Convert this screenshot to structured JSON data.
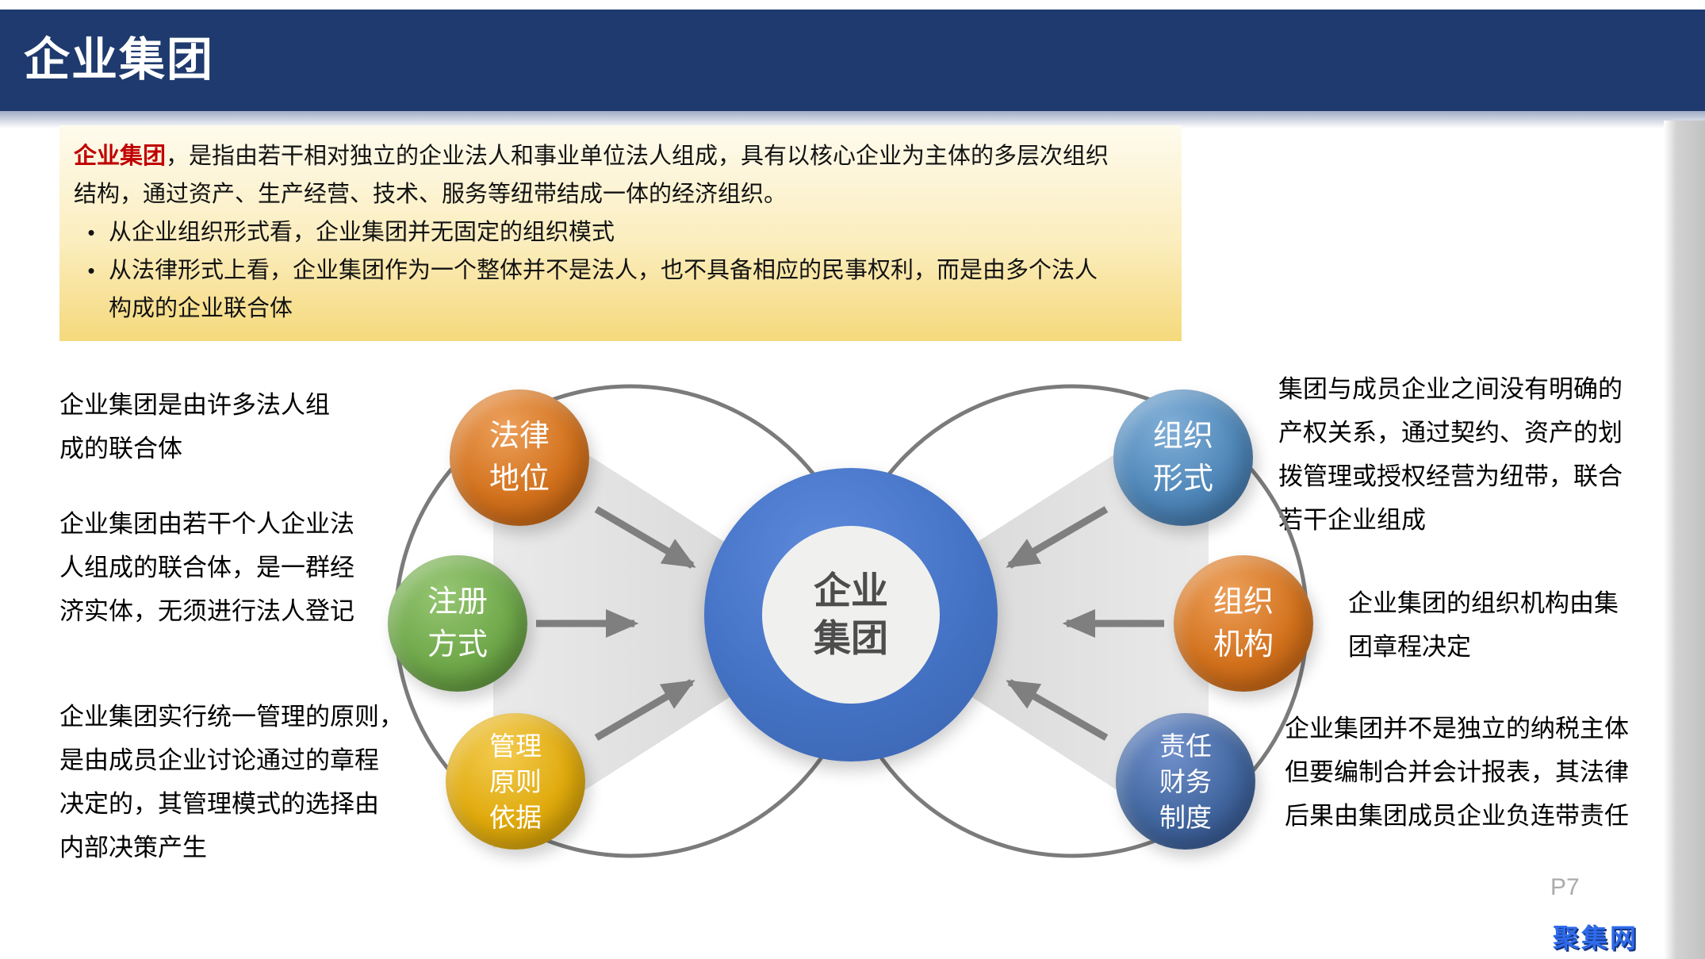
{
  "slide": {
    "title": "企业集团",
    "page_number": "P7",
    "watermark": "聚集网"
  },
  "definition_box": {
    "term": "企业集团",
    "intro": "，是指由若干相对独立的企业法人和事业单位法人组成，具有以核心企业为主体的多层次组织\n结构，通过资产、生产经营、技术、服务等纽带结成一体的经济组织。",
    "bullet_marker": "•",
    "bullets": [
      "从企业组织形式看，企业集团并无固定的组织模式",
      "从法律形式上看，企业集团作为一个整体并不是法人，也不具备相应的民事权利，而是由多个法人\n构成的企业联合体"
    ]
  },
  "left_notes": [
    "企业集团是由许多法人组\n成的联合体",
    "企业集团由若干个人企业法\n人组成的联合体，是一群经\n济实体，无须进行法人登记",
    "企业集团实行统一管理的原则，\n是由成员企业讨论通过的章程\n决定的，其管理模式的选择由\n内部决策产生"
  ],
  "right_notes": [
    "集团与成员企业之间没有明确的\n产权关系，通过契约、资产的划\n拨管理或授权经营为纽带，联合\n若干企业组成",
    "企业集团的组织机构由集\n团章程决定",
    "企业集团并不是独立的纳税主体\n但要编制合并会计报表，其法律\n后果由集团成员企业负连带责任"
  ],
  "diagram": {
    "center_label": "企业\n集团",
    "satellites": [
      {
        "label": "法律\n地位",
        "color": "#D2711C"
      },
      {
        "label": "注册\n方式",
        "color": "#6FA84A"
      },
      {
        "label": "管理\n原则\n依据",
        "color": "#E0AA0C"
      },
      {
        "label": "组织\n形式",
        "color": "#4E86B8"
      },
      {
        "label": "组织\n机构",
        "color": "#D2711C"
      },
      {
        "label": "责任\n财务\n制度",
        "color": "#41669F"
      }
    ]
  },
  "colors": {
    "header_navy": "#1E3A6E",
    "definition_term_red": "#C00000",
    "definition_bg_top": "#FEFBEE",
    "definition_bg_bottom": "#F5D97C",
    "center_blue": "#4472C4",
    "ring_gray": "#7B7B7B",
    "funnel_gray": "#DCDCDC",
    "watermark_blue": "#2F6BEA"
  }
}
